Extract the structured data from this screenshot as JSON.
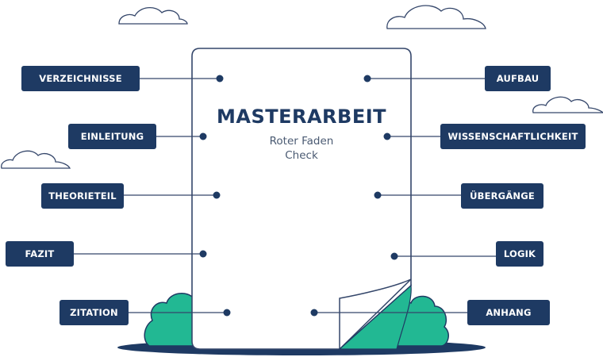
{
  "document": {
    "title": "MASTERARBEIT",
    "subtitle_line1": "Roter Faden",
    "subtitle_line2": "Check"
  },
  "left_labels": [
    "VERZEICHNISSE",
    "EINLEITUNG",
    "THEORIETEIL",
    "FAZIT",
    "ZITATION"
  ],
  "right_labels": [
    "AUFBAU",
    "WISSENSCHAFTLICHKEIT",
    "ÜBERGÄNGE",
    "LOGIK",
    "ANHANG"
  ],
  "colors": {
    "navy": "#1e3a63",
    "teal": "#22b893",
    "outline": "#34466a",
    "paper": "#ffffff"
  }
}
